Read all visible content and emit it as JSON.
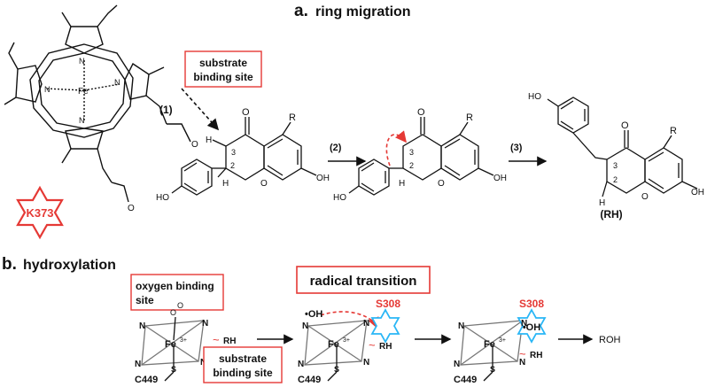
{
  "panel_a": {
    "prefix": "a.",
    "title": "ring migration",
    "substrate_box": [
      "substrate",
      "binding site"
    ],
    "step1": "(1)",
    "step2": "(2)",
    "step3": "(3)",
    "residue_star": "K373",
    "rh_label": "(RH)",
    "molecule_labels": {
      "R": "R",
      "O": "O",
      "OH": "OH",
      "HO": "HO",
      "H": "H",
      "two": "2",
      "three": "3",
      "N": "N",
      "Fe": "Fe"
    }
  },
  "panel_b": {
    "prefix": "b.",
    "title": "hydroxylation",
    "oxygen_box": [
      "oxygen binding",
      "site"
    ],
    "radical_box": "radical transition",
    "substrate_box": [
      "substrate",
      "binding site"
    ],
    "residue_star": "S308",
    "oh_radical": "•OH",
    "rh": "RH",
    "roh": "ROH",
    "c449": "C449",
    "s": "S",
    "fe3": "Fe",
    "charge": "3+",
    "n": "N",
    "o": "O"
  },
  "colors": {
    "red": "#e53935",
    "cyan": "#29b6f6",
    "black": "#111111"
  }
}
